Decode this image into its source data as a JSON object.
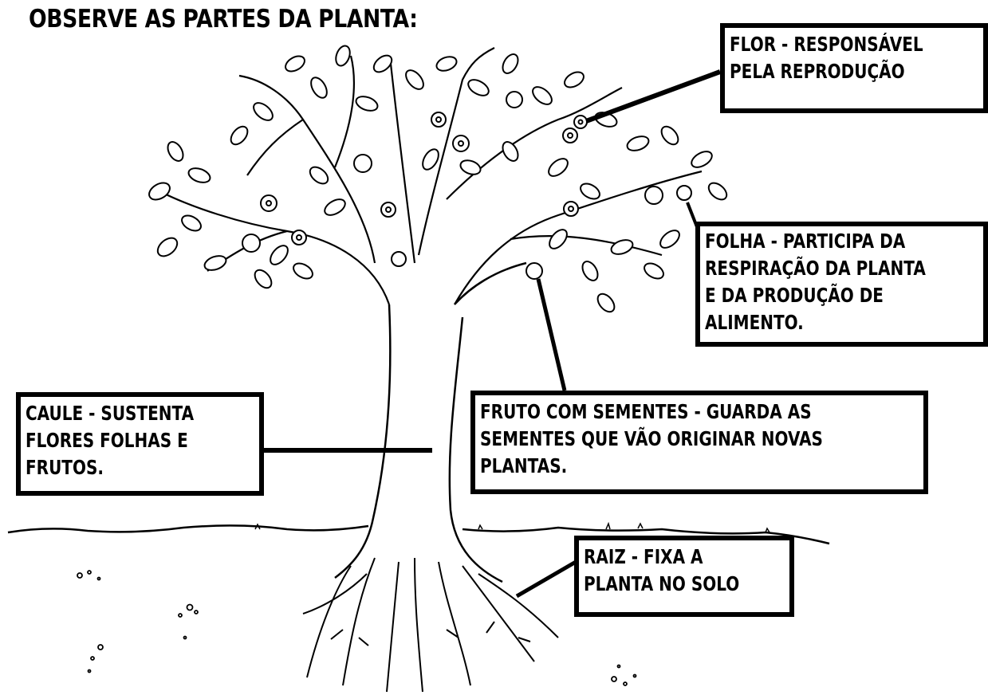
{
  "title": "OBSERVE AS PARTES DA PLANTA:",
  "labels": {
    "flor": "FLOR - RESPONSÁVEL\nPELA REPRODUÇÃO",
    "folha": "FOLHA - PARTICIPA DA\nRESPIRAÇÃO DA PLANTA\nE DA PRODUÇÃO DE\nALIMENTO.",
    "fruto": "FRUTO COM SEMENTES - GUARDA AS\nSEMENTES QUE VÃO ORIGINAR NOVAS\nPLANTAS.",
    "caule": "CAULE - SUSTENTA\nFLORES FOLHAS E\nFRUTOS.",
    "raiz": "RAIZ - FIXA A\nPLANTA NO SOLO"
  },
  "colors": {
    "ink": "#000000",
    "paper": "#ffffff"
  }
}
